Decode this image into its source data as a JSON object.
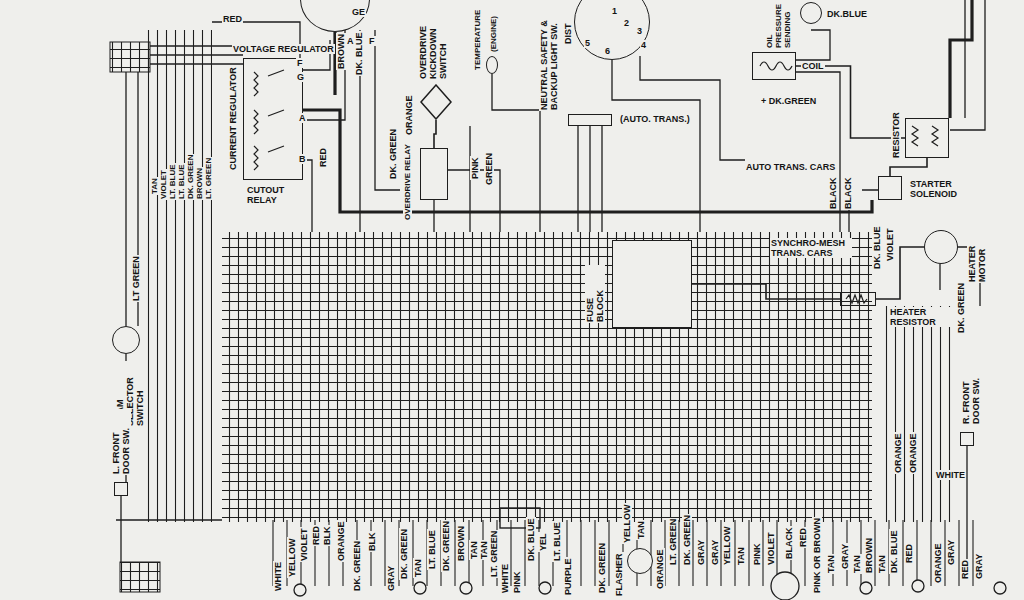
{
  "diagram": {
    "nodes": [
      {
        "text": [
          "VOLTAGE REGULATOR",
          "CURRENT REGULATOR",
          "CUTOUT RELAY"
        ]
      },
      {
        "text": [
          "OVERDRIVE RELAY"
        ]
      },
      {
        "text": [
          "OVERDRIVE KICKDOWN SWITCH"
        ]
      },
      {
        "text": [
          "NEUTRAL SAFETY & BACKUP LIGHT SW.",
          "(AUTO. TRANS.)"
        ]
      },
      {
        "text": [
          "DIST"
        ]
      },
      {
        "text": [
          "COIL"
        ]
      },
      {
        "text": [
          "RESISTOR"
        ]
      },
      {
        "text": [
          "STARTER SOLENOID"
        ]
      },
      {
        "text": [
          "HEATER MOTOR"
        ]
      },
      {
        "text": [
          "HEATER RESISTOR"
        ]
      },
      {
        "text": [
          "FUSE BLOCK"
        ]
      },
      {
        "text": [
          "BEAM SELECTOR SWITCH"
        ]
      },
      {
        "text": [
          "FLASHER"
        ]
      },
      {
        "text": [
          "L. FRONT DOOR SW."
        ]
      },
      {
        "text": [
          "R. FRONT DOOR SW."
        ]
      },
      {
        "text": [
          "GE"
        ]
      },
      {
        "text": [
          "TEMPERATURE",
          "(ENGINE)"
        ]
      },
      {
        "text": [
          "OIL PRESSURE SENDING"
        ]
      }
    ],
    "edges": [
      {
        "from": 2,
        "to": 1,
        "arrow": "none"
      },
      {
        "from": 5,
        "to": 6,
        "arrow": "none"
      },
      {
        "from": 6,
        "to": 7,
        "arrow": "none"
      },
      {
        "from": 10,
        "to": 9,
        "arrow": "none"
      },
      {
        "from": 9,
        "to": 8,
        "arrow": "none"
      }
    ],
    "labels": [
      "RED",
      "F",
      "G",
      "A",
      "B",
      "RED",
      "BROWN",
      "A",
      "DK. BLUE",
      "F",
      "DK. GREEN",
      "ORANGE",
      "PINK",
      "GREEN",
      "1",
      "2",
      "3",
      "4",
      "5",
      "6",
      "DK.BLUE",
      "+ DK.GREEN",
      "AUTO TRANS. CARS",
      "BLACK",
      "BLACK",
      "SYNCHRO-MESH TRANS. CARS",
      "DK. BLUE",
      "VIOLET",
      "DK. GREEN",
      "TAN",
      "VIOLET",
      "LT. BLUE",
      "LT. BLUE",
      "DK. GREEN",
      "BROWN",
      "LT. GREEN",
      "LT GREEN",
      "ORANGE",
      "ORANGE",
      "WHITE",
      "WHITE",
      "YELLOW",
      "VIOLET",
      "RED",
      "BLK",
      "ORANGE",
      "DK. GREEN",
      "BLK",
      "GRAY",
      "DK. GREEN",
      "TAN",
      "LT. BLUE",
      "DK. GREEN",
      "BROWN",
      "TAN",
      "TAN",
      "LT. GREEN",
      "WHITE",
      "PINK",
      "DK. BLUE",
      "YEL",
      "LT. BLUE",
      "PURPLE",
      "DK. GREEN",
      "YELLOW",
      "TAN",
      "ORANGE",
      "LT. GREEN",
      "DK. GREEN",
      "GRAY",
      "GRAY",
      "YELLOW",
      "TAN",
      "PINK",
      "VIOLET",
      "BLACK",
      "RED",
      "PINK OR BROWN",
      "TAN",
      "GRAY",
      "TAN",
      "BROWN",
      "TAN",
      "DK. BLUE",
      "RED",
      "ORANGE",
      "GRAY",
      "RED",
      "GRAY"
    ]
  }
}
